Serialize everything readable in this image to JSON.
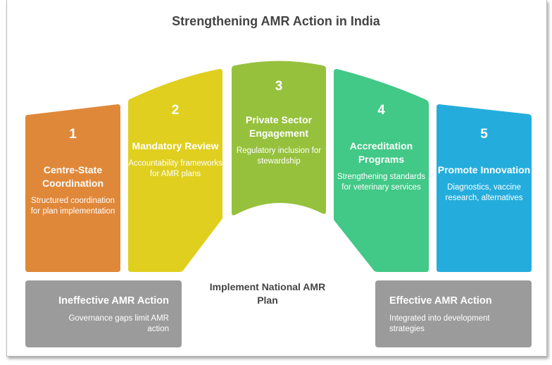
{
  "title": "Strengthening AMR Action in India",
  "steps": [
    {
      "number": "1",
      "heading": "Centre-State Coordination",
      "description": "Structured coordination for plan implementation",
      "color": "#E0883A"
    },
    {
      "number": "2",
      "heading": "Mandatory Review",
      "description": "Accountability frameworks for AMR plans",
      "color": "#E0CF1F"
    },
    {
      "number": "3",
      "heading": "Private Sector Engagement",
      "description": "Regulatory inclusion for stewardship",
      "color": "#96C13D"
    },
    {
      "number": "4",
      "heading": "Accreditation Programs",
      "description": "Strengthening standards for veterinary services",
      "color": "#42C887"
    },
    {
      "number": "5",
      "heading": "Promote Innovation",
      "description": "Diagnostics, vaccine research, alternatives",
      "color": "#24ADDC"
    }
  ],
  "center_label": "Implement National AMR Plan",
  "outcomes": {
    "negative": {
      "heading": "Ineffective AMR Action",
      "description": "Governance gaps limit AMR action"
    },
    "positive": {
      "heading": "Effective AMR Action",
      "description": "Integrated into development strategies"
    }
  }
}
